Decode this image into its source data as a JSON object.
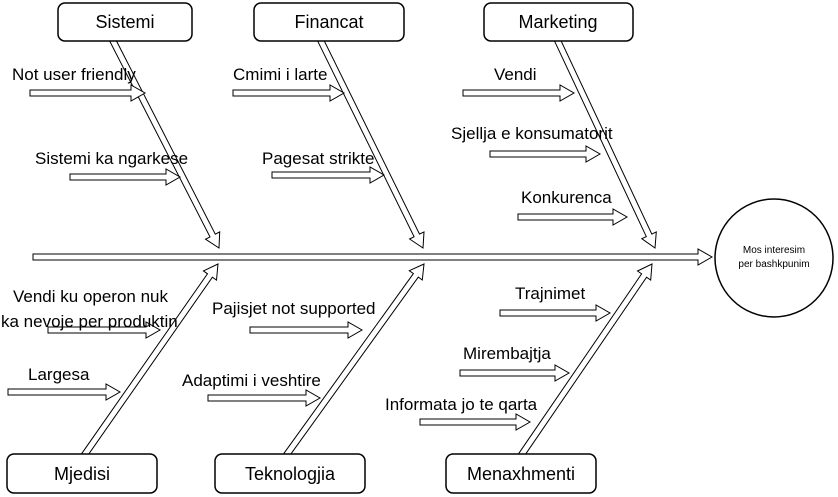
{
  "effect": {
    "line1": "Mos interesim",
    "line2": "per bashkpunim"
  },
  "categories": {
    "sistemi": "Sistemi",
    "financat": "Financat",
    "marketing": "Marketing",
    "mjedisi": "Mjedisi",
    "teknologjia": "Teknologjia",
    "menaxhmenti": "Menaxhmenti"
  },
  "causes": {
    "sistemi": [
      "Not user friendly",
      "Sistemi ka ngarkese"
    ],
    "financat": [
      "Cmimi i larte",
      "Pagesat strikte"
    ],
    "marketing": [
      "Vendi",
      "Sjellja e konsumatorit",
      "Konkurenca"
    ],
    "mjedisi": [
      "Vendi ku operon nuk",
      "ka nevoje per produktin",
      "Largesa"
    ],
    "teknologjia": [
      "Pajisjet not supported",
      "Adaptimi i veshtire"
    ],
    "menaxhmenti": [
      "Trajnimet",
      "Mirembajtja",
      "Informata jo te qarta"
    ]
  }
}
